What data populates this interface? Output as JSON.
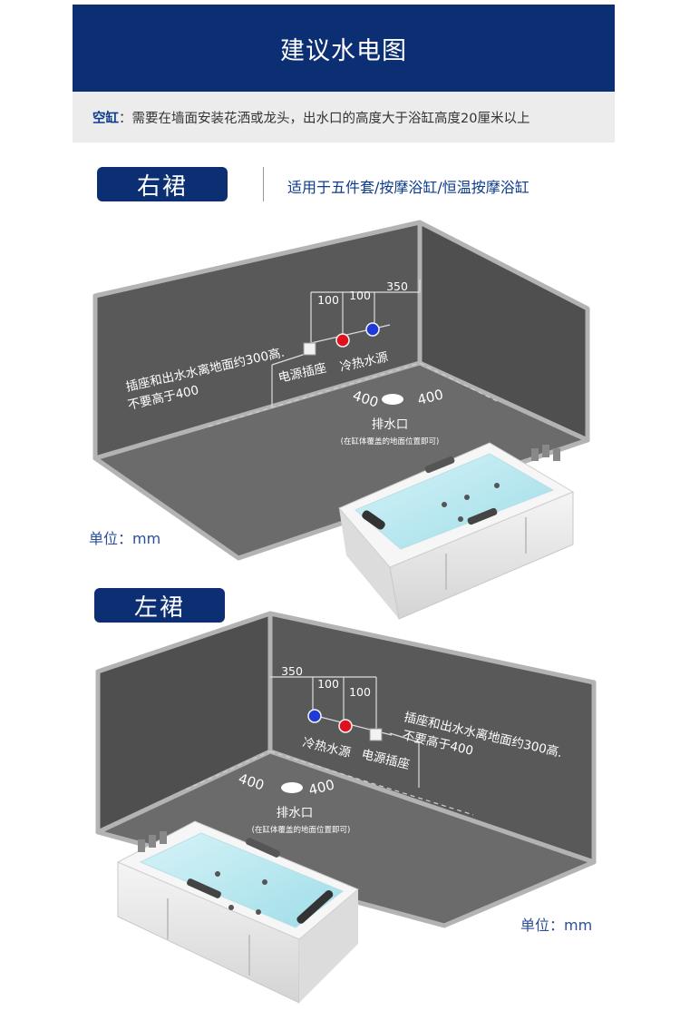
{
  "header": {
    "title": "建议水电图"
  },
  "note": {
    "key": "空缸",
    "text": "：需要在墙面安装花洒或龙头，出水口的高度大于浴缸高度20厘米以上"
  },
  "section_right": {
    "tag": "右裙",
    "subtitle": "适用于五件套/按摩浴缸/恒温按摩浴缸",
    "dims": [
      "100",
      "100",
      "350"
    ],
    "socket_note_line1": "插座和出水水离地面约300高.",
    "socket_note_line2": "不要高于400",
    "socket_label": "电源插座",
    "water_label": "冷热水源",
    "floor_dims": [
      "400",
      "400"
    ],
    "drain_label": "排水口",
    "drain_note": "(在缸体覆盖的地面位置即可)",
    "unit": "单位：mm"
  },
  "section_left": {
    "tag": "左裙",
    "dims": [
      "350",
      "100",
      "100"
    ],
    "socket_note_line1": "插座和出水水离地面约300高.",
    "socket_note_line2": "不要高于400",
    "water_label": "冷热水源",
    "socket_label": "电源插座",
    "floor_dims": [
      "400",
      "400"
    ],
    "drain_label": "排水口",
    "drain_note": "(在缸体覆盖的地面位置即可)",
    "unit": "单位：mm"
  },
  "colors": {
    "brand_blue": "#0c2f73",
    "hot": "#e0101e",
    "cold": "#1f3ad6",
    "wall": "#575757",
    "floor": "#6b6b6b"
  }
}
